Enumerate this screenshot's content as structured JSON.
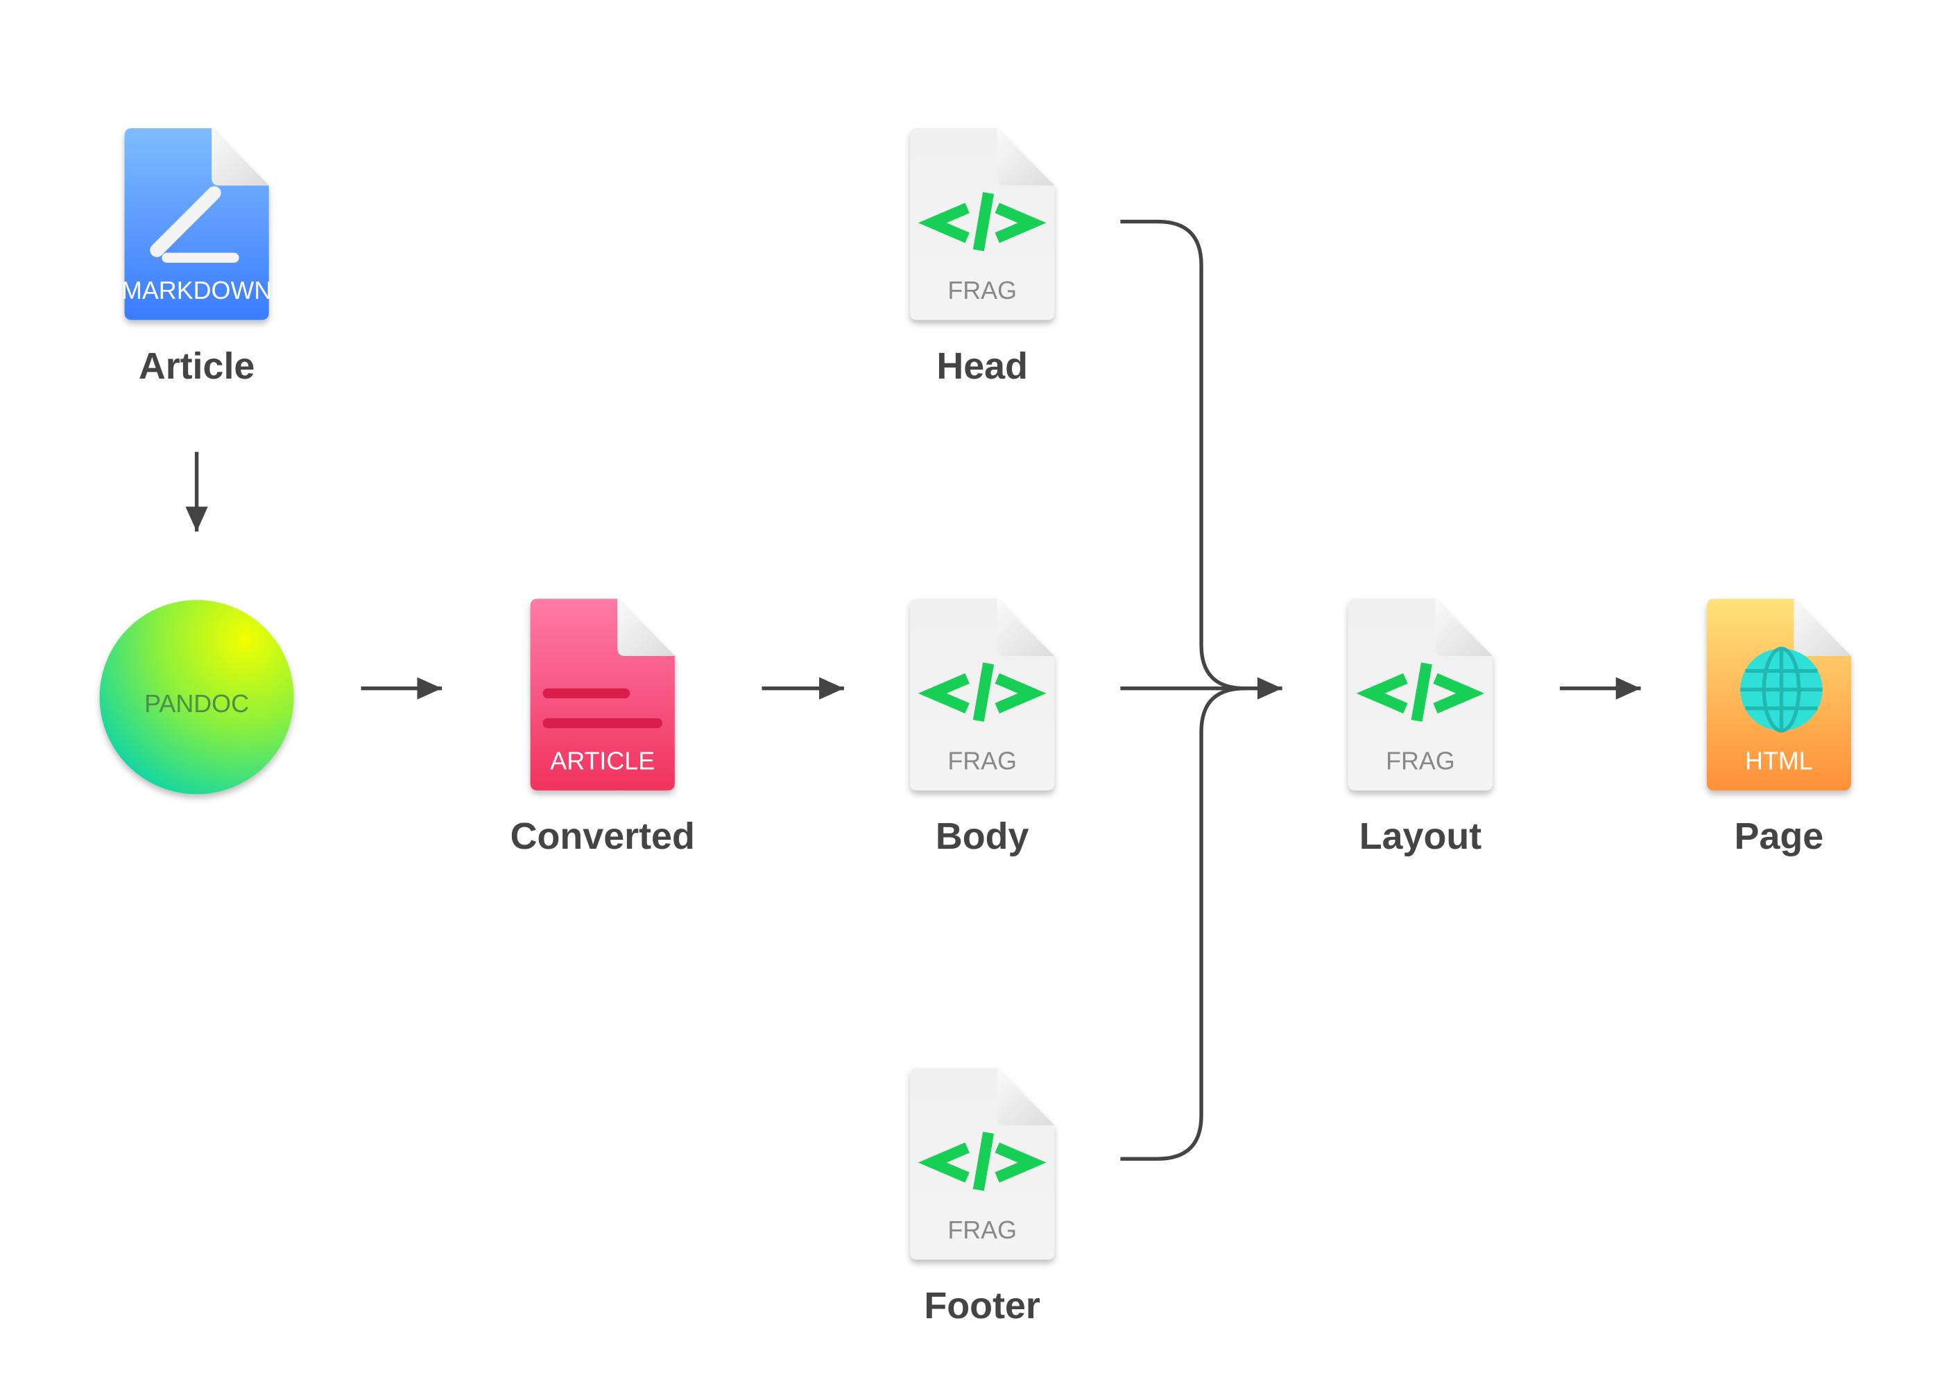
{
  "colors": {
    "edge": "#444444",
    "markdown": [
      "#7dbcff",
      "#3b7bff"
    ],
    "article": [
      "#ff7aa8",
      "#f0335d"
    ],
    "frag": "#f2f2f2",
    "frag_code": "#17cf55",
    "html": [
      "#ffe27a",
      "#ff9038"
    ],
    "globe": "#2fe0d6",
    "pandoc": [
      "#e8ff00",
      "#12d6a4"
    ]
  },
  "nodes": {
    "article": {
      "label": "Article",
      "badge": "MARKDOWN",
      "icon": "markdown-pencil-icon"
    },
    "pandoc": {
      "badge": "PANDOC",
      "icon": "pandoc-circle-icon"
    },
    "converted": {
      "label": "Converted",
      "badge": "ARTICLE",
      "icon": "article-lines-icon"
    },
    "head": {
      "label": "Head",
      "badge": "FRAG",
      "icon": "code-icon"
    },
    "body": {
      "label": "Body",
      "badge": "FRAG",
      "icon": "code-icon"
    },
    "footer": {
      "label": "Footer",
      "badge": "FRAG",
      "icon": "code-icon"
    },
    "layout": {
      "label": "Layout",
      "badge": "FRAG",
      "icon": "code-icon"
    },
    "page": {
      "label": "Page",
      "badge": "HTML",
      "icon": "globe-icon"
    }
  },
  "edges": [
    {
      "from": "article",
      "to": "pandoc"
    },
    {
      "from": "pandoc",
      "to": "converted"
    },
    {
      "from": "converted",
      "to": "body"
    },
    {
      "from": "head",
      "to": "layout"
    },
    {
      "from": "body",
      "to": "layout"
    },
    {
      "from": "footer",
      "to": "layout"
    },
    {
      "from": "layout",
      "to": "page"
    }
  ]
}
